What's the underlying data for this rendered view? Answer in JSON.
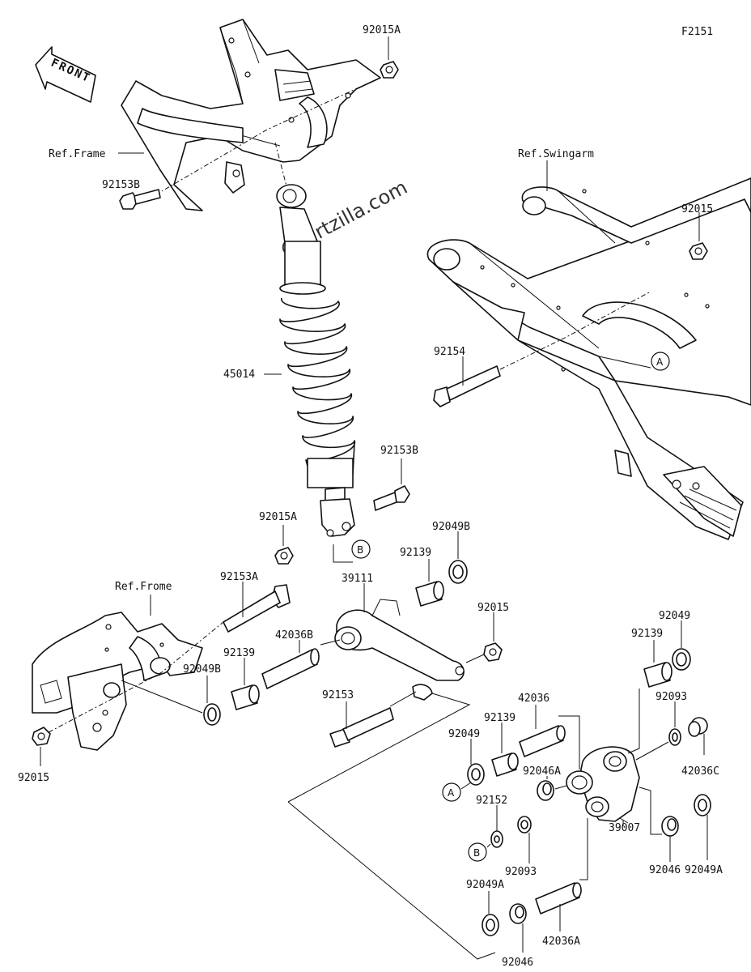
{
  "figure_id": "F2151",
  "watermark": "Partzilla.com",
  "front_label": "FRONT",
  "refs": {
    "frame_top": "Ref.Frame",
    "swingarm": "Ref.Swingarm",
    "frame_bottom": "Ref.Frome"
  },
  "callouts": {
    "a": "A",
    "b": "B"
  },
  "parts": {
    "p92015A_top": "92015A",
    "p92153B_top": "92153B",
    "p92015_right": "92015",
    "p92154": "92154",
    "p45014": "45014",
    "p92153B_mid": "92153B",
    "p92015A_mid": "92015A",
    "p92049B_a": "92049B",
    "p92139_a": "92139",
    "p39111": "39111",
    "p92153A": "92153A",
    "p92015_mid": "92015",
    "p42036B": "42036B",
    "p92139_b": "92139",
    "p92049B_b": "92049B",
    "p92015_left": "92015",
    "p92153": "92153",
    "p92049_right": "92049",
    "p92139_c": "92139",
    "p92093_a": "92093",
    "p42036": "42036",
    "p92139_d": "92139",
    "p92049_left": "92049",
    "p92046A": "92046A",
    "p42036C": "42036C",
    "p92152": "92152",
    "p39007": "39007",
    "p92049A_right": "92049A",
    "p92093_b": "92093",
    "p92046_a": "92046",
    "p92049A_bottom": "92049A",
    "p42036A": "42036A",
    "p92046_b": "92046"
  }
}
